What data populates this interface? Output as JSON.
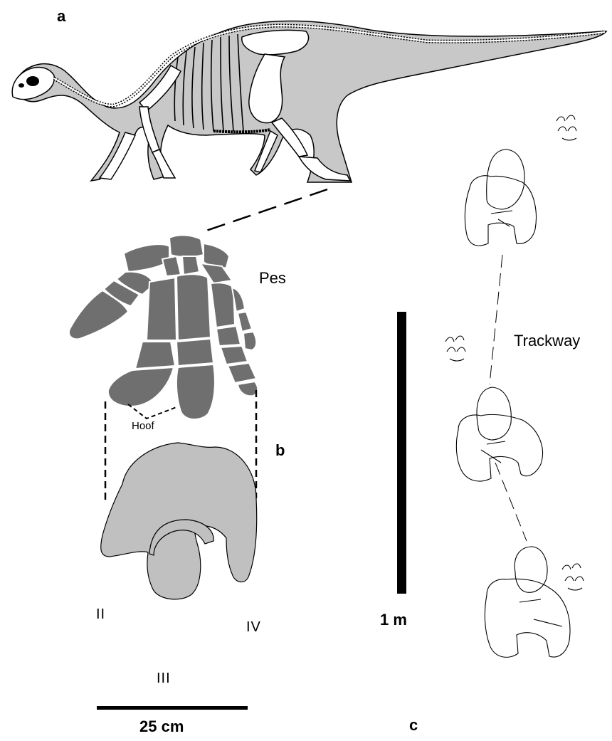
{
  "labels": {
    "panel_a": "a",
    "panel_b": "b",
    "panel_c": "c",
    "pes": "Pes",
    "hoof": "Hoof",
    "trackway": "Trackway",
    "digit_ii": "II",
    "digit_iii": "III",
    "digit_iv": "IV",
    "scale_1m": "1 m",
    "scale_25cm": "25 cm"
  },
  "colors": {
    "skeleton_body": "#c8c8c8",
    "pes_bones": "#6f6f6f",
    "footprint_fill": "#c0c0c0",
    "outline": "#000000"
  }
}
